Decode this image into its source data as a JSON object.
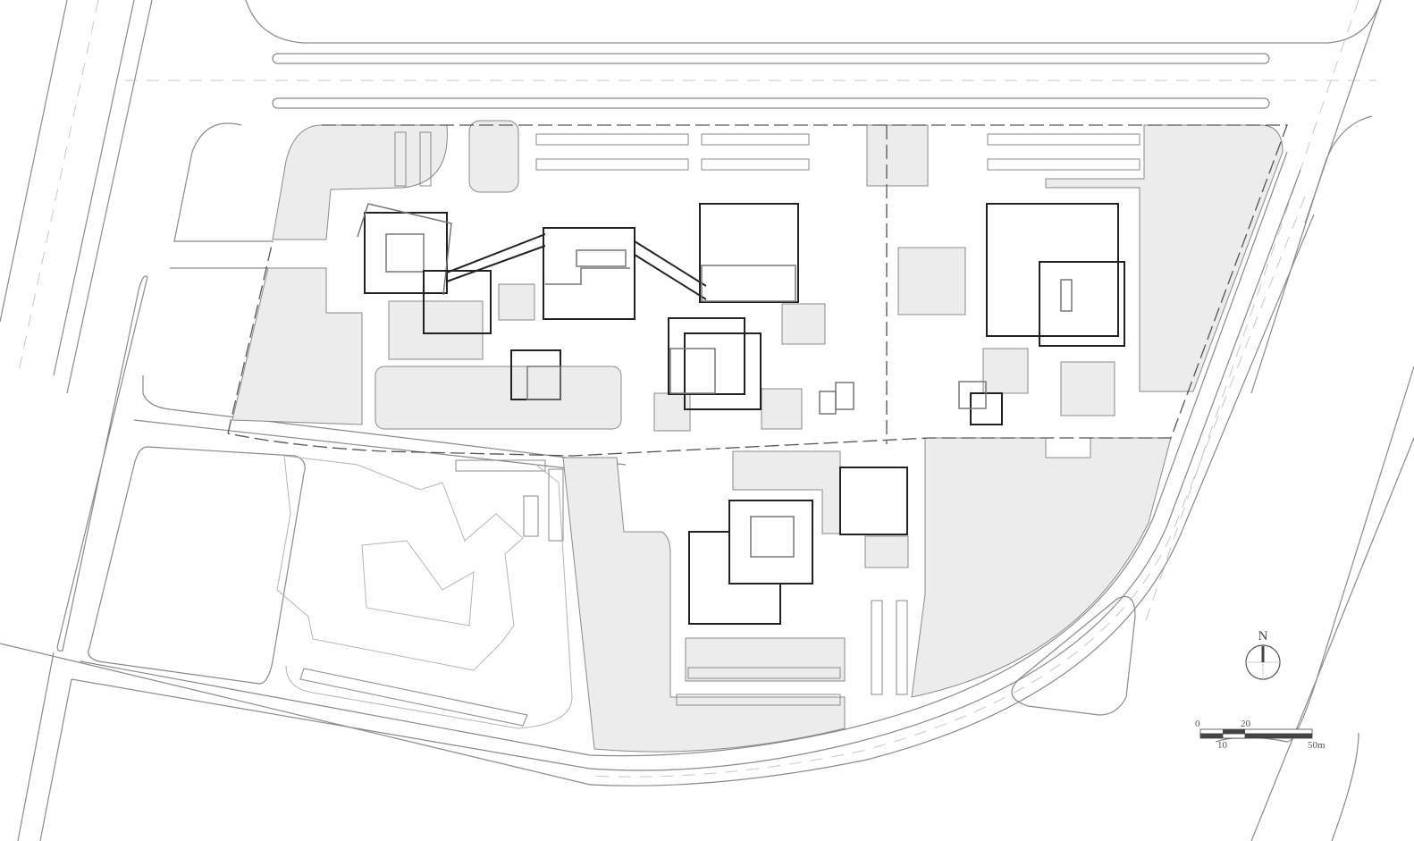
{
  "north_arrow": {
    "label": "N"
  },
  "scale_bar": {
    "top_labels": [
      "0",
      "20"
    ],
    "bottom_labels": [
      "10",
      "50m"
    ]
  }
}
